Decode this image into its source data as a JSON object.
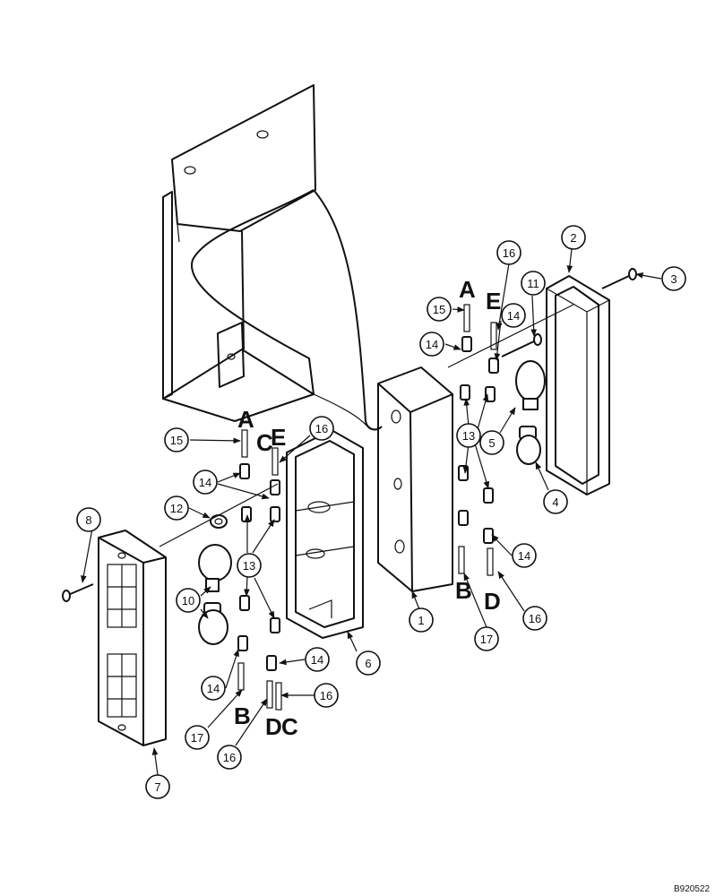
{
  "document_id": "B920522",
  "callouts": [
    "1",
    "2",
    "3",
    "4",
    "5",
    "6",
    "7",
    "8",
    "10",
    "11",
    "12",
    "13",
    "14",
    "15",
    "16",
    "17"
  ],
  "letters": [
    "A",
    "B",
    "C",
    "D",
    "E"
  ]
}
